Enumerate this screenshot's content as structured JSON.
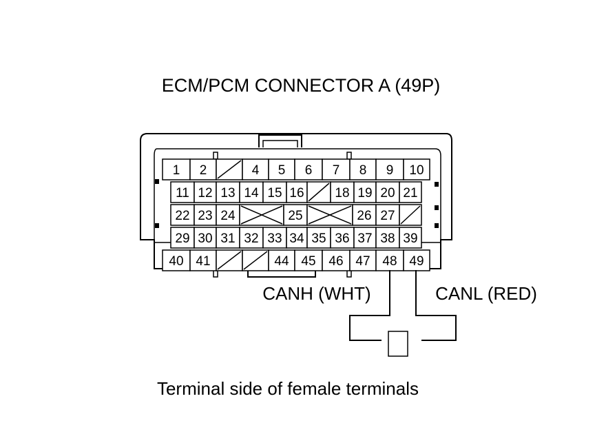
{
  "title": "ECM/PCM CONNECTOR A (49P)",
  "caption": "Terminal side of female terminals",
  "wires": {
    "canh": "CANH (WHT)",
    "canl": "CANL (RED)"
  },
  "rows": [
    [
      "1",
      "2",
      "",
      "4",
      "5",
      "6",
      "7",
      "8",
      "9",
      "10"
    ],
    [
      "11",
      "12",
      "13",
      "14",
      "15",
      "16",
      "",
      "18",
      "19",
      "20",
      "21"
    ],
    [
      "22",
      "23",
      "24",
      "",
      "25",
      "",
      "26",
      "27",
      ""
    ],
    [
      "29",
      "30",
      "31",
      "32",
      "33",
      "34",
      "35",
      "36",
      "37",
      "38",
      "39"
    ],
    [
      "40",
      "41",
      "",
      "",
      "44",
      "45",
      "46",
      "47",
      "48",
      "49"
    ]
  ]
}
